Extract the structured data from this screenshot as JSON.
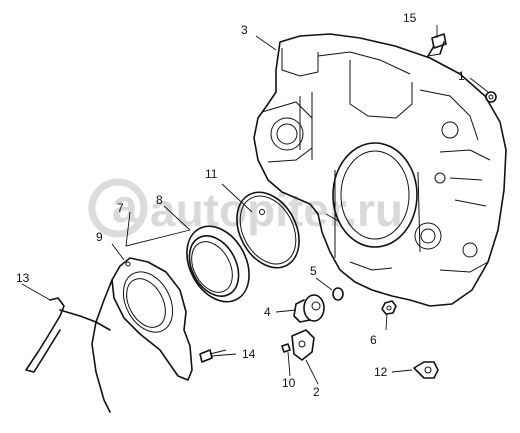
{
  "watermark": {
    "text": "autopiter.ru"
  },
  "callouts": [
    {
      "id": "c1",
      "text": "1"
    },
    {
      "id": "c2",
      "text": "2"
    },
    {
      "id": "c3",
      "text": "3"
    },
    {
      "id": "c4",
      "text": "4"
    },
    {
      "id": "c5",
      "text": "5"
    },
    {
      "id": "c6",
      "text": "6"
    },
    {
      "id": "c7",
      "text": "7"
    },
    {
      "id": "c8",
      "text": "8"
    },
    {
      "id": "c9",
      "text": "9"
    },
    {
      "id": "c10",
      "text": "10"
    },
    {
      "id": "c11",
      "text": "11"
    },
    {
      "id": "c12",
      "text": "12"
    },
    {
      "id": "c13",
      "text": "13"
    },
    {
      "id": "c14",
      "text": "14"
    },
    {
      "id": "c15",
      "text": "15"
    }
  ]
}
